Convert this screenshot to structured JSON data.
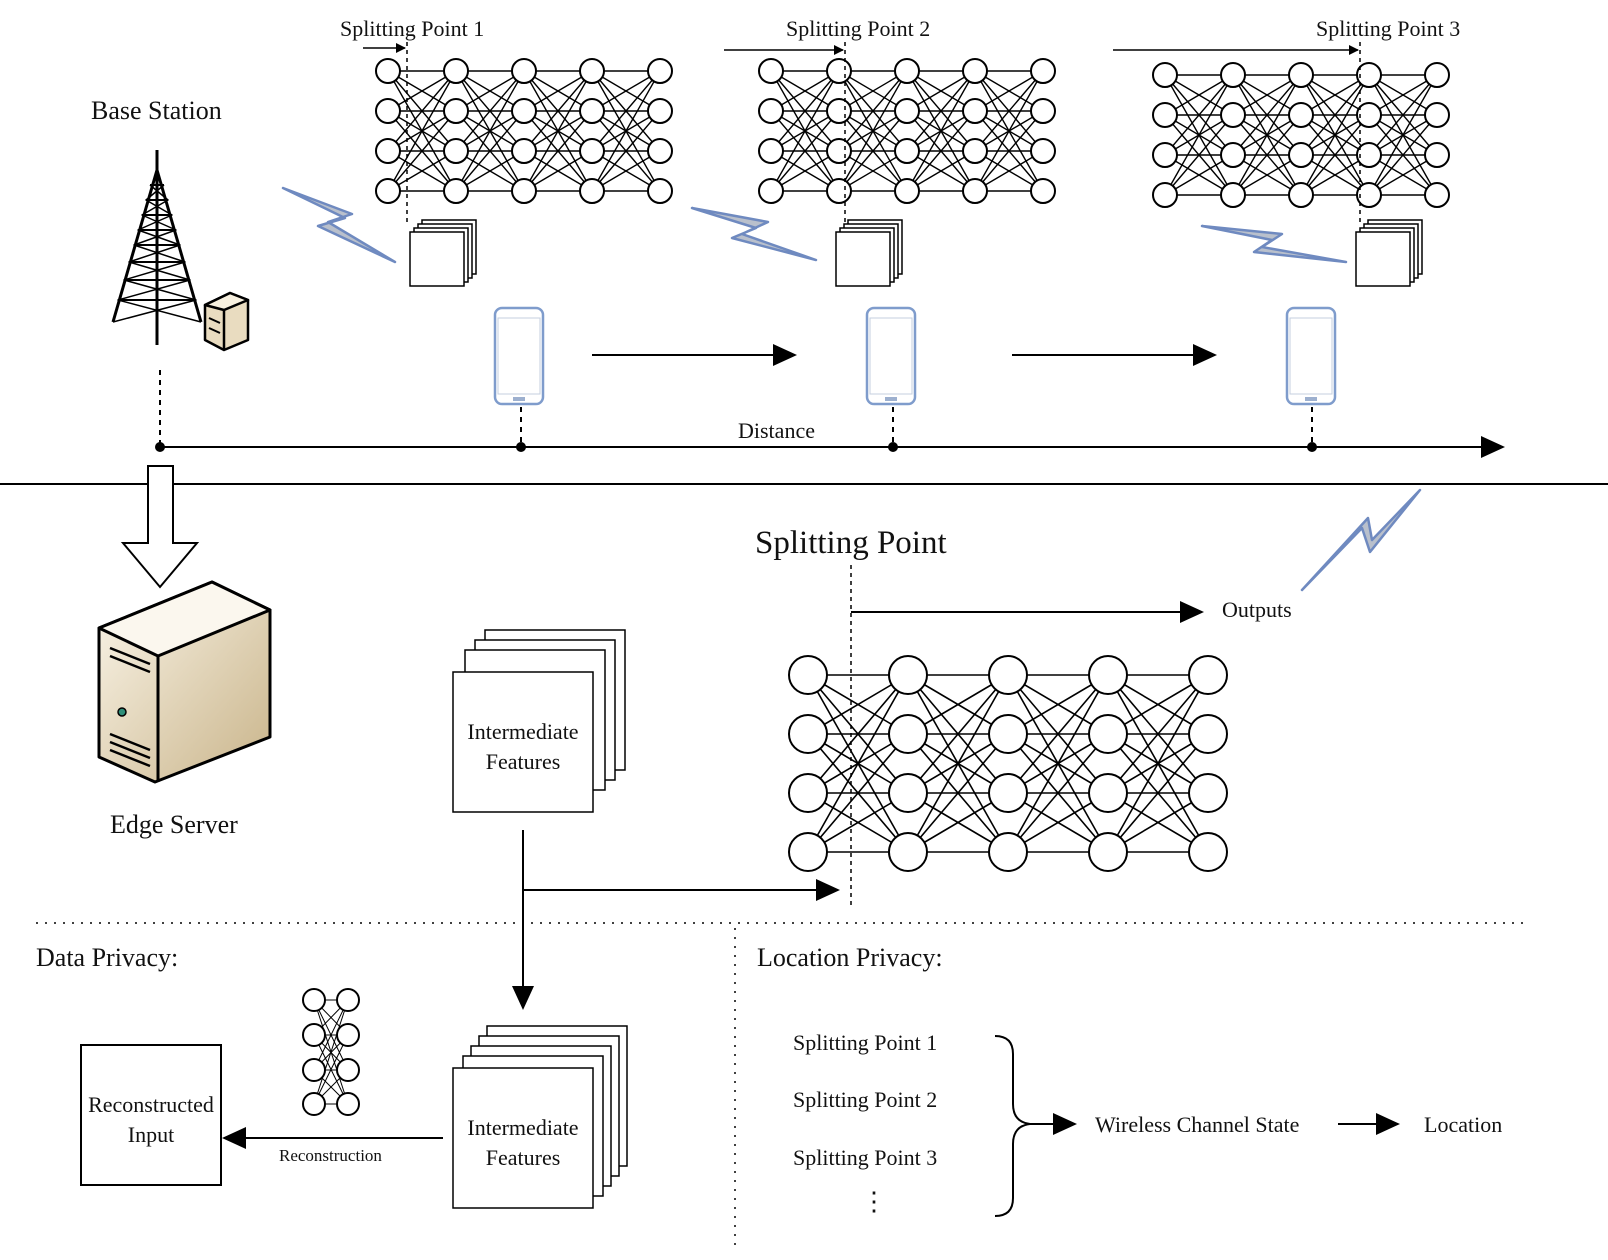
{
  "top": {
    "base_station_label": "Base Station",
    "splitting_points": [
      "Splitting Point 1",
      "Splitting Point 2",
      "Splitting Point 3"
    ],
    "distance_label": "Distance"
  },
  "middle": {
    "edge_server_label": "Edge Server",
    "splitting_point_title": "Splitting Point",
    "outputs_label": "Outputs",
    "intermediate_features": [
      "Intermediate",
      "Features"
    ]
  },
  "data_privacy": {
    "title": "Data Privacy:",
    "reconstructed_input": [
      "Reconstructed",
      "Input"
    ],
    "reconstruction_label": "Reconstruction",
    "intermediate_features": [
      "Intermediate",
      "Features"
    ]
  },
  "location_privacy": {
    "title": "Location Privacy:",
    "splitting_points": [
      "Splitting Point 1",
      "Splitting Point 2",
      "Splitting Point 3"
    ],
    "ellipsis": "⋮",
    "wireless_channel_state": "Wireless Channel State",
    "location": "Location"
  },
  "colors": {
    "lightning": "#6f8ac0",
    "phone_outline": "#7f9ccc",
    "server_face": "#e9dcc0"
  }
}
